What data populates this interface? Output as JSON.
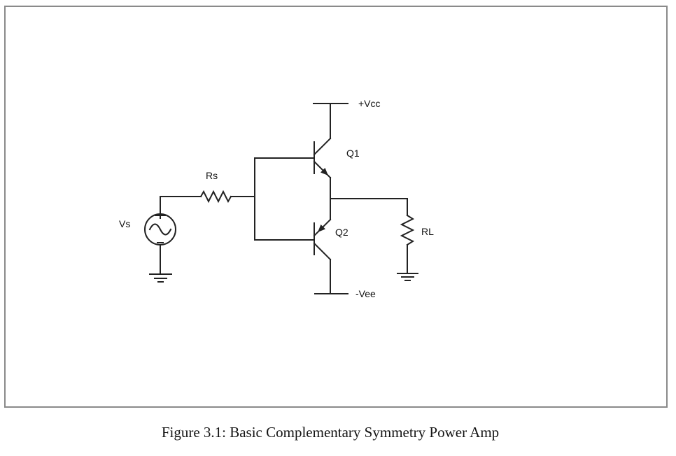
{
  "page": {
    "background": "#ffffff"
  },
  "figure": {
    "type": "circuit-schematic",
    "border_color": "#8a8a8a",
    "wire_color": "#222222",
    "label_color": "#111111",
    "caption": "Figure 3.1: Basic Complementary Symmetry Power Amp",
    "labels": {
      "supply_positive": "+Vcc",
      "supply_negative": "-Vee",
      "transistor_top": "Q1",
      "transistor_bottom": "Q2",
      "source_resistor": "Rs",
      "load_resistor": "RL",
      "source": "Vs"
    },
    "components": {
      "source_symbol": "sine-wave-circle-with-plus-minus",
      "grounds": 2,
      "resistors": 2,
      "transistors": 2
    }
  }
}
